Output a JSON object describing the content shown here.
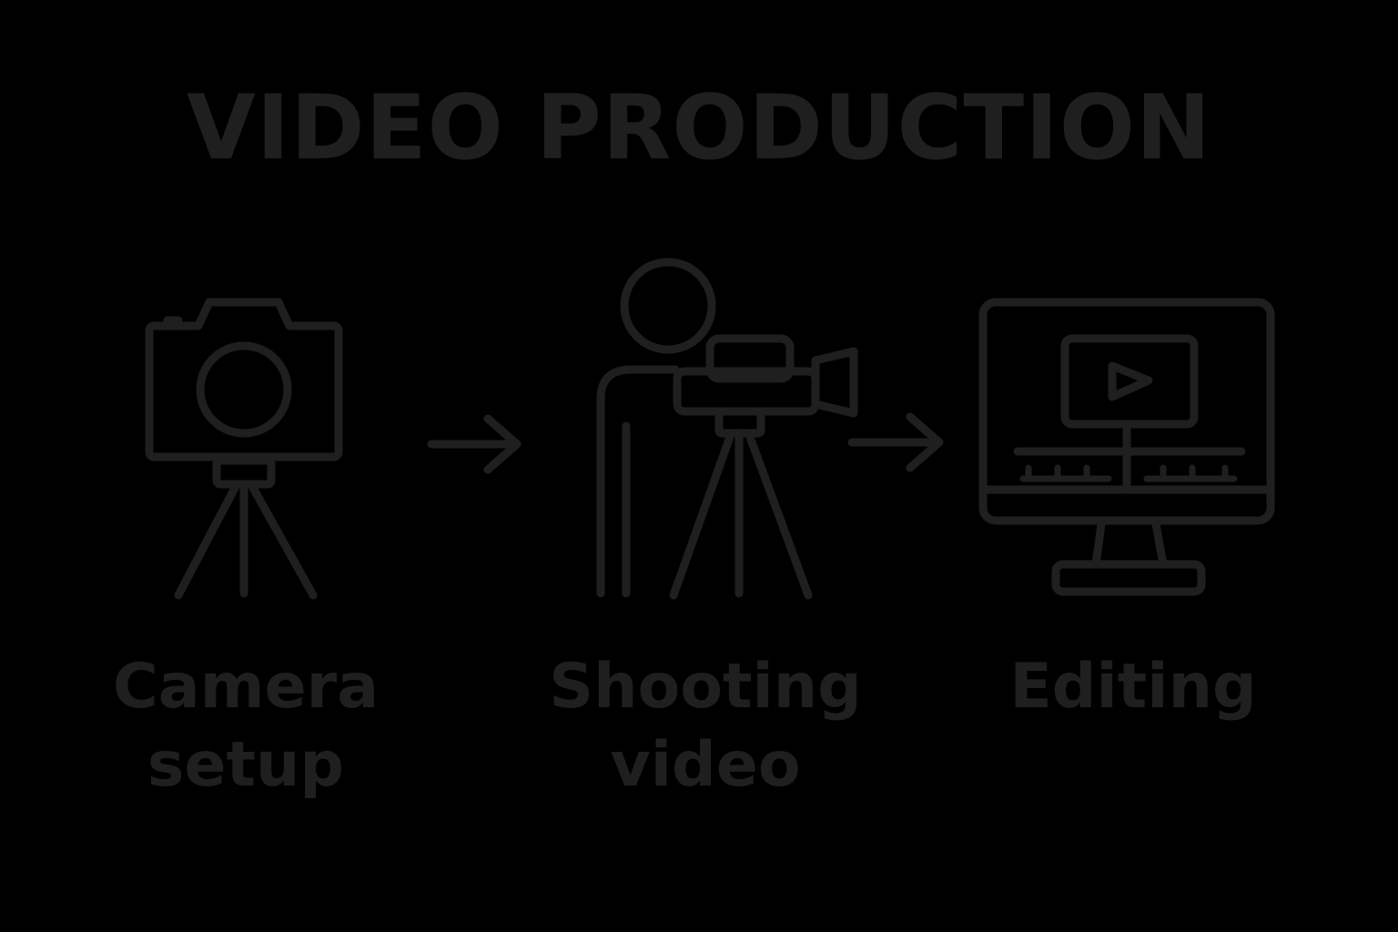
{
  "title": "VIDEO PRODUCTION",
  "steps": [
    {
      "line1": "Camera",
      "line2": "setup",
      "icon": "camera-on-tripod-icon"
    },
    {
      "line1": "Shooting",
      "line2": "video",
      "icon": "person-with-video-camera-icon"
    },
    {
      "line1": "Editing",
      "line2": "",
      "icon": "monitor-video-editor-icon"
    }
  ],
  "connectors": [
    "arrow-right-icon",
    "arrow-right-icon"
  ],
  "colors": {
    "background": "#000000",
    "foreground": "#1f1f1f"
  }
}
